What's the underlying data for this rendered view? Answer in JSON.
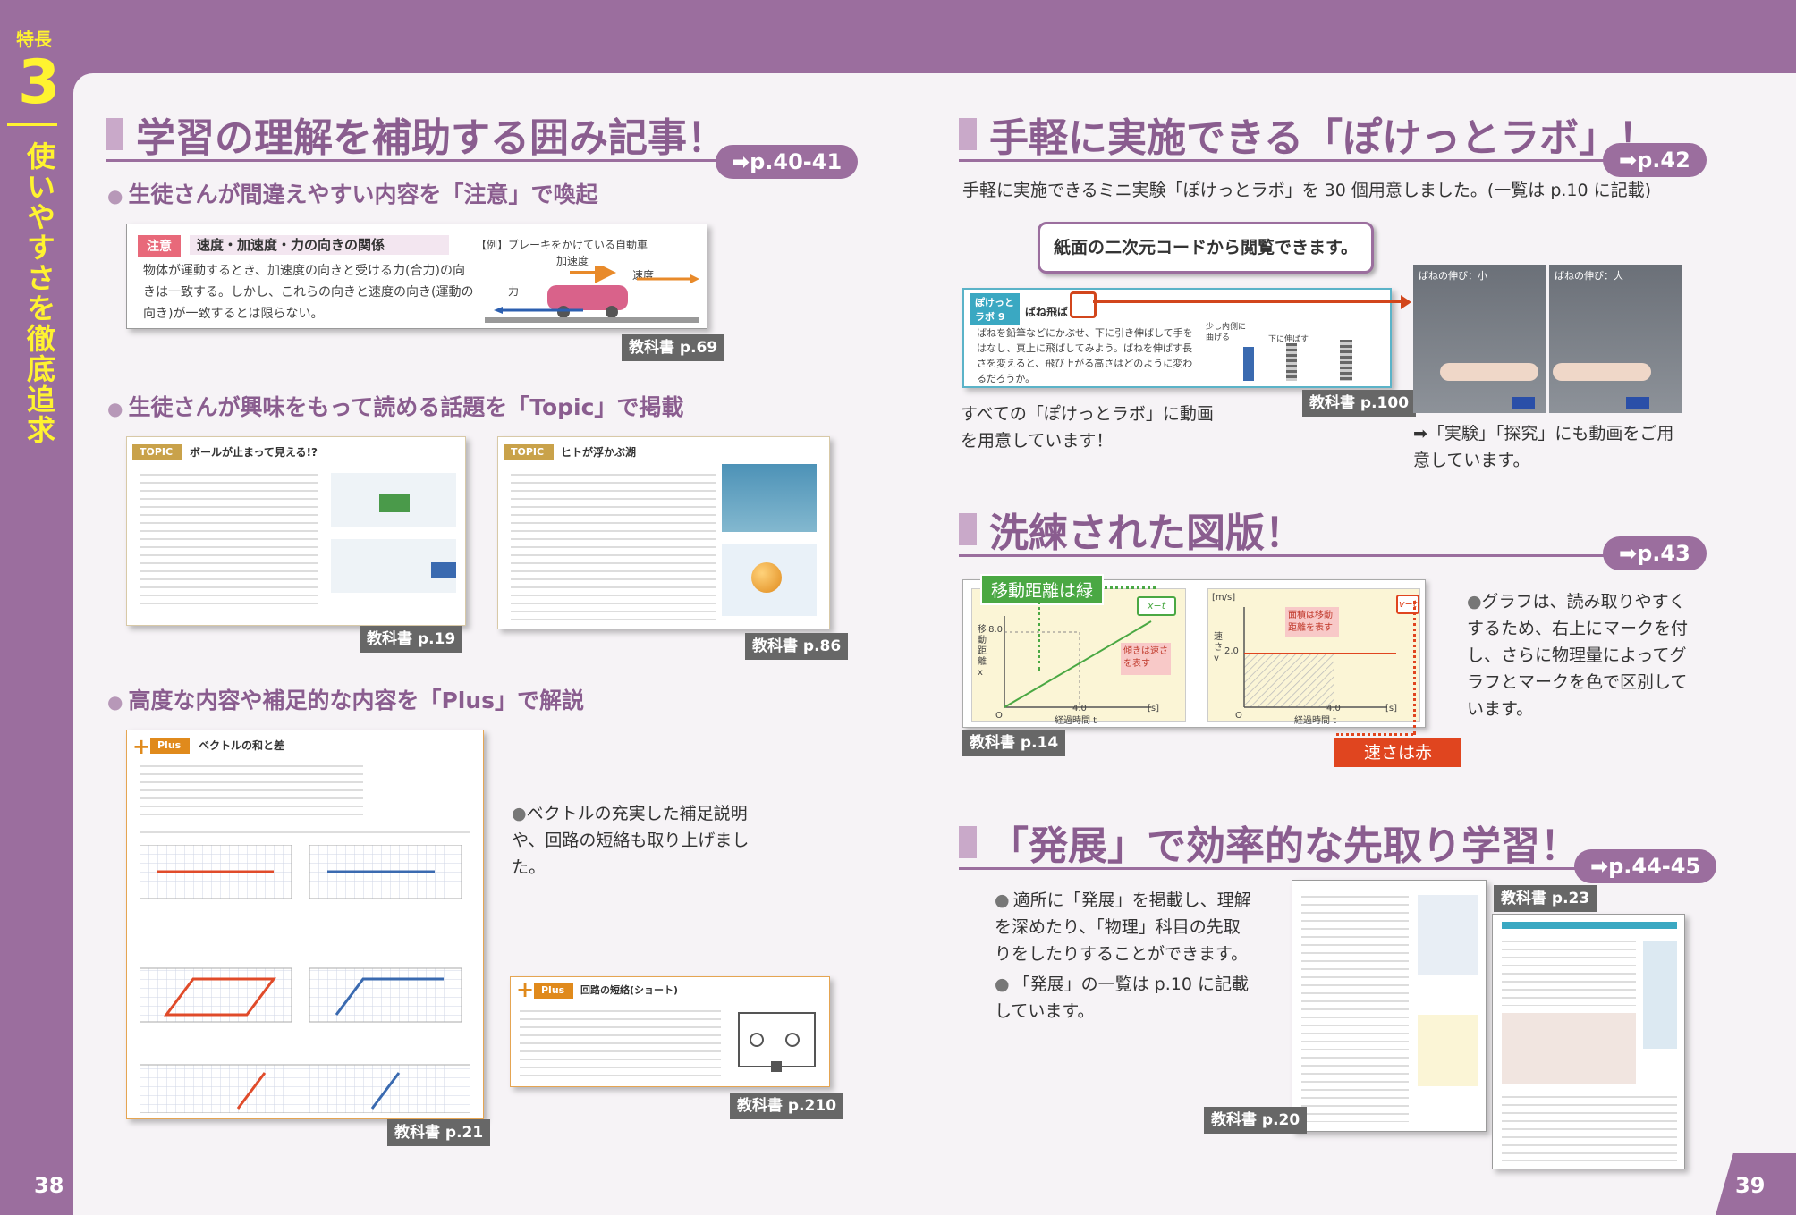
{
  "side": {
    "tag": "特長",
    "num": "3",
    "title": "使いやすさを徹底追求"
  },
  "pages": {
    "left": "38",
    "right": "39"
  },
  "left": {
    "s1": {
      "title": "学習の理解を補助する囲み記事！",
      "ref": "➡p.40-41",
      "items": [
        {
          "heading": "生徒さんが間違えやすい内容を「注意」で喚起",
          "card": {
            "badge": "注意",
            "title": "速度・加速度・力の向きの関係",
            "text": "物体が運動するとき、加速度の向きと受ける力(合力)の向きは一致する。しかし、これらの向きと速度の向き(運動の向き)が一致するとは限らない。",
            "example": "【例】ブレーキをかけている自動車",
            "acc": "加速度",
            "vel": "速度",
            "force": "力"
          },
          "label": "教科書 p.69"
        },
        {
          "heading": "生徒さんが興味をもって読める話題を「Topic」で掲載",
          "cards": [
            {
              "badge": "TOPIC",
              "title": "ボールが止まって見える!?",
              "label": "教科書 p.19"
            },
            {
              "badge": "TOPIC",
              "title": "ヒトが浮かぶ湖",
              "label": "教科書 p.86"
            }
          ]
        },
        {
          "heading": "高度な内容や補足的な内容を「Plus」で解説",
          "cards": [
            {
              "badge": "Plus",
              "title": "ベクトルの和と差",
              "label": "教科書 p.21"
            },
            {
              "badge": "Plus",
              "title": "回路の短絡(ショート)",
              "label": "教科書 p.210"
            }
          ],
          "note": "ベクトルの充実した補足説明や、回路の短絡も取り上げました。"
        }
      ]
    }
  },
  "right": {
    "s2": {
      "title": "手軽に実施できる「ぽけっとラボ」！",
      "ref": "➡p.42",
      "desc": "手軽に実施できるミニ実験「ぽけっとラボ」を 30 個用意しました。(一覧は p.10 に記載)",
      "callout": "紙面の二次元コードから閲覧できます。",
      "card": {
        "badge": "ぽけっとラボ 9",
        "title": "ばね飛ばし",
        "text": "ばねを鉛筆などにかぶせ、下に引き伸ばして手をはなし、真上に飛ばしてみよう。ばねを伸ばす長さを変えると、飛び上がる高さはどのように変わるだろうか。",
        "cap1": "少し内側に曲げる",
        "cap2": "下に伸ばす"
      },
      "label": "教科書 p.100",
      "note": "すべての「ぽけっとラボ」に動画を用意しています！",
      "photos": [
        "ばねの伸び：小",
        "ばねの伸び：大"
      ],
      "note2": "➡「実験」「探究」にも動画をご用意しています。"
    },
    "s3": {
      "title": "洗練された図版！",
      "ref": "➡p.43",
      "label": "教科書 p.14",
      "green_tag": "移動距離は緑",
      "red_tag": "速さは赤",
      "g1": {
        "mark": "x−t",
        "y_label": "移動距離 x",
        "y_tick": "8.0",
        "x_tick": "4.0",
        "unit": "[s]",
        "x_label": "経過時間 t",
        "origin": "O",
        "note": "傾きは速さを表す"
      },
      "g2": {
        "mark": "v−t",
        "y_label": "速さ v",
        "y_unit": "[m/s]",
        "y_tick": "2.0",
        "x_tick": "4.0",
        "unit": "[s]",
        "x_label": "経過時間 t",
        "origin": "O",
        "note": "面積は移動距離を表す"
      },
      "desc": "グラフは、読み取りやすくするため、右上にマークを付し、さらに物理量によってグラフとマークを色で区別しています。"
    },
    "s4": {
      "title": "「発展」で効率的な先取り学習！",
      "ref": "➡p.44-45",
      "bullets": [
        "適所に「発展」を掲載し、理解を深めたり、「物理」科目の先取りをしたりすることができます。",
        "「発展」の一覧は p.10 に記載しています。"
      ],
      "labels": [
        "教科書 p.20",
        "教科書 p.23"
      ]
    }
  },
  "colors": {
    "accent": "#9b6e9e",
    "green": "#4aa843",
    "red": "#e0451f"
  }
}
